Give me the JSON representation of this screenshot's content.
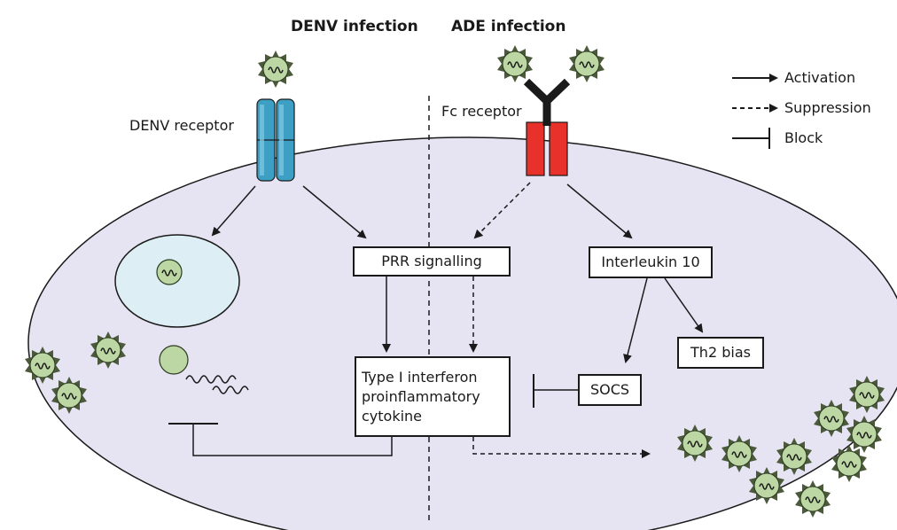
{
  "headings": {
    "denv": "DENV infection",
    "ade": "ADE infection"
  },
  "labels": {
    "denv_receptor": "DENV receptor",
    "fc_receptor": "Fc receptor"
  },
  "legend": {
    "activation": "Activation",
    "suppression": "Suppression",
    "block": "Block"
  },
  "boxes": {
    "prr": "PRR signalling",
    "il10": "Interleukin 10",
    "th2": "Th2 bias",
    "socs": "SOCS",
    "ifn_line1": "Type I interferon",
    "ifn_line2": "proinflammatory",
    "ifn_line3": "cytokine"
  },
  "colors": {
    "cell_fill": "#e6e3f2",
    "nucleus_fill": "#ddeff5",
    "virus_fill": "#bcd7a3",
    "virus_spike": "#4a5a3a",
    "denv_receptor": "#3d9fc4",
    "fc_receptor": "#e8312a",
    "antibody": "#1a1a1a"
  }
}
